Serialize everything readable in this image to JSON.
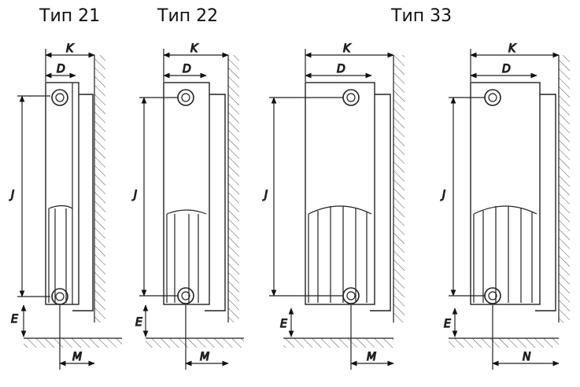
{
  "titles": {
    "t21": "Тип 21",
    "t22": "Тип 22",
    "t33_left": "Тип 33",
    "t33_right": ""
  },
  "labels": {
    "K": "K",
    "D": "D",
    "J": "J",
    "E": "E",
    "M": "M",
    "N": "N"
  }
}
